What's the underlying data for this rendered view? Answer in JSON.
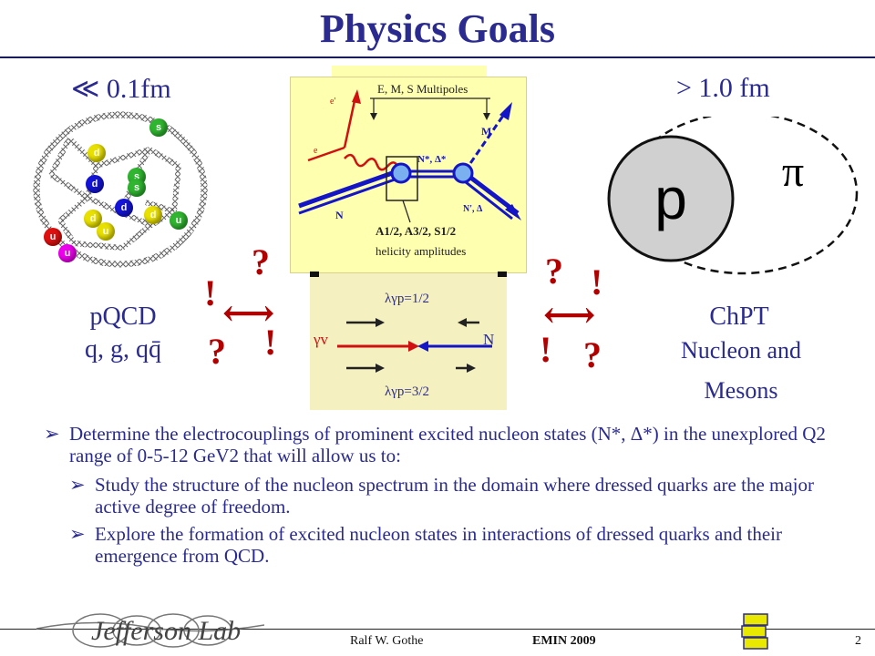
{
  "slide": {
    "title": "Physics Goals",
    "left_scale": "≪ 0.1fm",
    "right_scale": "> 1.0 fm",
    "left_theory": "pQCD",
    "left_theory_sub": "q, g, qq̄",
    "right_theory": "ChPT",
    "right_theory_sub_1": "Nucleon and",
    "right_theory_sub_2": "Mesons",
    "question_mark": "?",
    "exclamation_mark": "!"
  },
  "diagram": {
    "multipoles_label": "E, M, S  Multipoles",
    "e_prime": "e'",
    "e": "e",
    "M": "M",
    "N": "N",
    "N_star": "N*, Δ*",
    "N_prime": "N', Δ",
    "amplitudes": "A1/2, A3/2, S1/2",
    "helicity": "helicity amplitudes",
    "lambda_half": "λγp=1/2",
    "gamma_v": "γv",
    "N_right": "N",
    "lambda_threehalf": "λγp=3/2",
    "proton": "p",
    "pion": "π"
  },
  "quarks": [
    {
      "label": "s",
      "color": "#2fb52f"
    },
    {
      "label": "d",
      "color": "#e8e000"
    },
    {
      "label": "s",
      "color": "#2fb52f"
    },
    {
      "label": "d",
      "color": "#1414d8"
    },
    {
      "label": "s",
      "color": "#2fb52f"
    },
    {
      "label": "d",
      "color": "#1414d8"
    },
    {
      "label": "d",
      "color": "#e8e000"
    },
    {
      "label": "u",
      "color": "#2fb52f"
    },
    {
      "label": "u",
      "color": "#e8e000"
    },
    {
      "label": "d",
      "color": "#e8e000"
    },
    {
      "label": "u",
      "color": "#e01010"
    },
    {
      "label": "u",
      "color": "#ee00ee"
    }
  ],
  "bullets": {
    "main": "Determine the electrocouplings of  prominent excited nucleon states (N*, Δ*) in the unexplored Q2 range of 0-5-12 GeV2 that will allow us to:",
    "sub1": " Study the structure of the nucleon spectrum in the domain where dressed quarks are the major active degree of freedom.",
    "sub2": " Explore the formation of excited nucleon states in interactions of dressed quarks and their emergence from QCD."
  },
  "footer": {
    "author": "Ralf  W. Gothe",
    "event": "EMIN 2009",
    "page": "2",
    "logo_text": "Jefferson Lab",
    "side_logo": "CLAS"
  },
  "colors": {
    "title": "#2b2b8f",
    "marks": "#b00000",
    "feyn_blue": "#1515c8",
    "feyn_red": "#d01010",
    "panel_yellow": "#ffffb0",
    "panel_box": "#f5f0c0"
  }
}
